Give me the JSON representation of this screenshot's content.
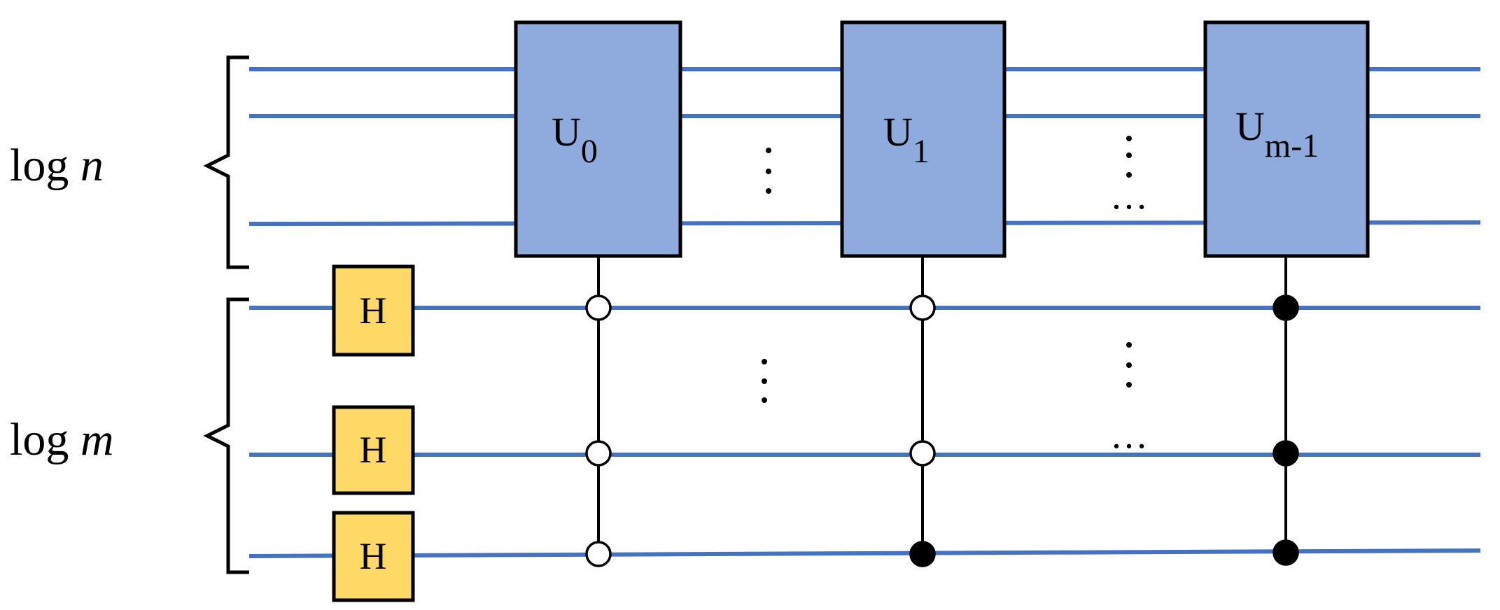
{
  "register_labels": {
    "top": {
      "prefix": "log ",
      "variable": "n"
    },
    "bottom": {
      "prefix": "log ",
      "variable": "m"
    }
  },
  "hadamard_label": "H",
  "unitaries": [
    {
      "main": "U",
      "sub": "0",
      "controls": [
        "open",
        "open",
        "open"
      ]
    },
    {
      "main": "U",
      "sub": "1",
      "controls": [
        "open",
        "open",
        "closed"
      ]
    },
    {
      "main": "U",
      "sub": "m-1",
      "controls": [
        "closed",
        "closed",
        "closed"
      ]
    }
  ],
  "ellipsis": "…",
  "colors": {
    "wire": "#4472C4",
    "unitary_fill": "#8FAADC",
    "hadamard_fill": "#FFD966"
  }
}
